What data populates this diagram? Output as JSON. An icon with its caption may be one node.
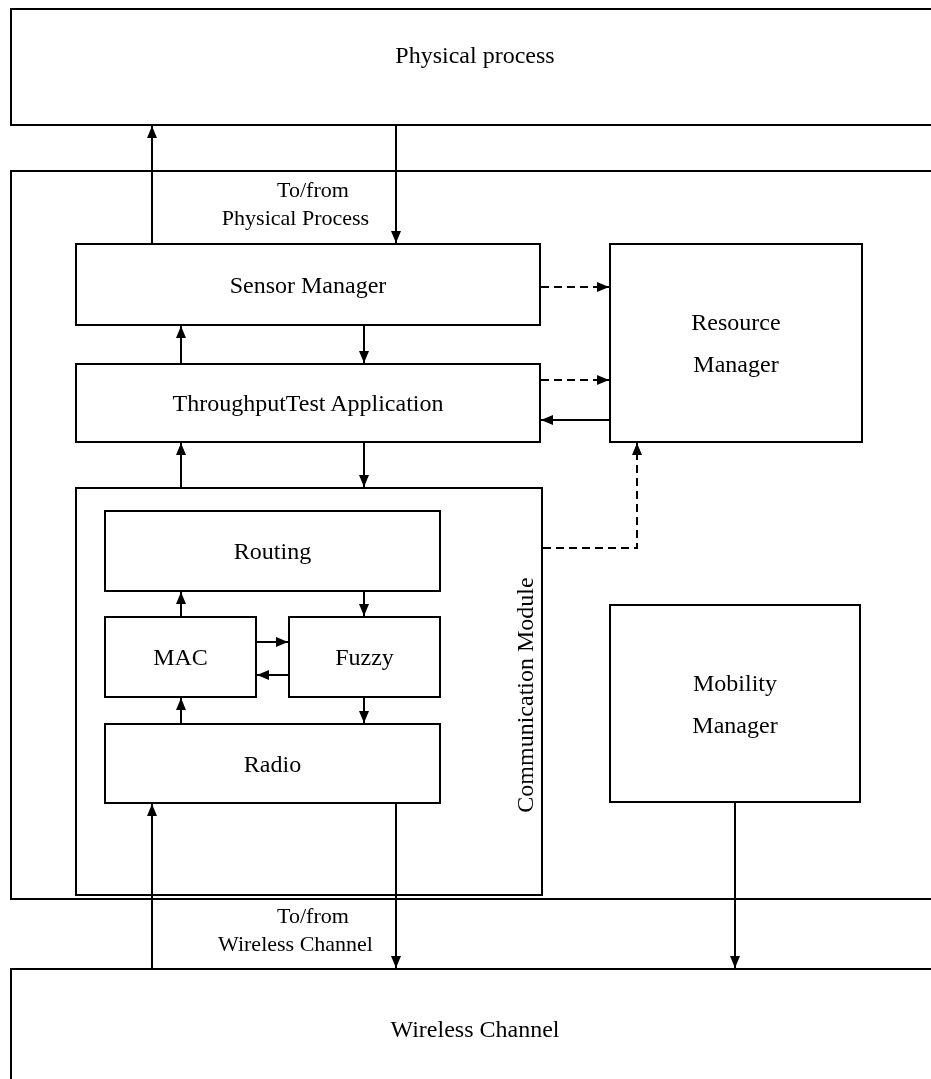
{
  "diagram": {
    "nodes": [
      {
        "text": [
          "Physical process"
        ]
      },
      {
        "text": [],
        "shape": "box"
      },
      {
        "text": [
          "Sensor Manager"
        ],
        "in": 1
      },
      {
        "text": [
          "Resource Manager"
        ],
        "in": 1
      },
      {
        "text": [
          "ThroughputTest Application"
        ],
        "in": 1
      },
      {
        "text": [
          "Communication Module"
        ],
        "in": 1
      },
      {
        "text": [
          "Routing"
        ],
        "in": 5
      },
      {
        "text": [
          "MAC"
        ],
        "in": 5
      },
      {
        "text": [
          "Fuzzy"
        ],
        "in": 5
      },
      {
        "text": [
          "Radio"
        ],
        "in": 5
      },
      {
        "text": [
          "Mobility Manager"
        ],
        "in": 1
      },
      {
        "text": [
          "Wireless Channel"
        ]
      }
    ],
    "edges": [
      {
        "from": 2,
        "to": 0,
        "arrow": "to"
      },
      {
        "from": 0,
        "to": 2,
        "arrow": "to"
      },
      {
        "from": 2,
        "to": 3,
        "arrow": "to",
        "style": "dashed"
      },
      {
        "from": 4,
        "to": 3,
        "arrow": "to",
        "style": "dashed"
      },
      {
        "from": 3,
        "to": 4,
        "arrow": "to"
      },
      {
        "from": 4,
        "to": 2,
        "arrow": "to"
      },
      {
        "from": 2,
        "to": 4,
        "arrow": "to"
      },
      {
        "from": 5,
        "to": 4,
        "arrow": "to"
      },
      {
        "from": 4,
        "to": 5,
        "arrow": "to"
      },
      {
        "from": 5,
        "to": 3,
        "arrow": "to",
        "style": "dashed"
      },
      {
        "from": 7,
        "to": 6,
        "arrow": "to"
      },
      {
        "from": 6,
        "to": 8,
        "arrow": "to"
      },
      {
        "from": 7,
        "to": 8,
        "arrow": "to"
      },
      {
        "from": 8,
        "to": 7,
        "arrow": "to"
      },
      {
        "from": 9,
        "to": 7,
        "arrow": "to"
      },
      {
        "from": 8,
        "to": 9,
        "arrow": "to"
      },
      {
        "from": 11,
        "to": 9,
        "arrow": "to"
      },
      {
        "from": 9,
        "to": 11,
        "arrow": "to"
      },
      {
        "from": 10,
        "to": 11,
        "arrow": "to"
      }
    ],
    "labels": [
      "To/from Physical Process",
      "To/from Wireless Channel"
    ]
  }
}
